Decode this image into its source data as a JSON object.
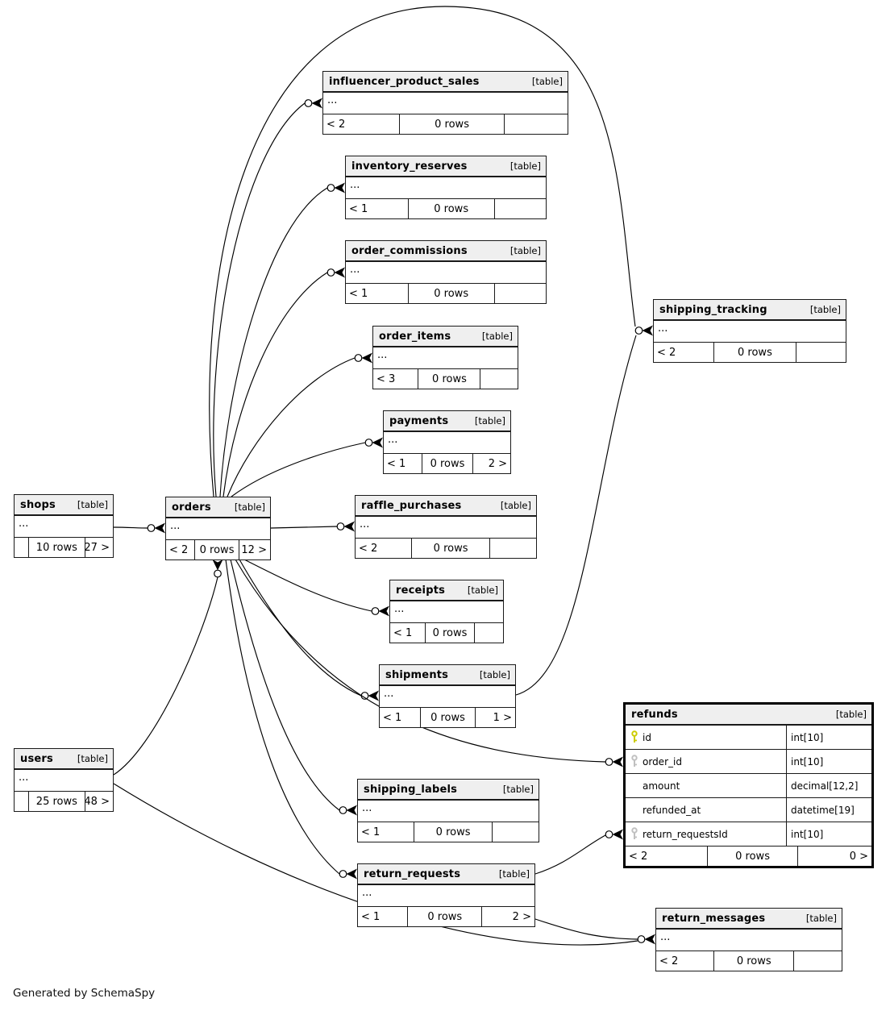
{
  "footer_note": "Generated by SchemaSpy",
  "colors": {
    "table_header_bg": "#efefef",
    "border": "#1a1a1a",
    "primary_key_icon": "#cccc00",
    "foreign_key_icon": "#c0c0c0",
    "edge": "#000000"
  },
  "tables": [
    {
      "id": "influencer_product_sales",
      "name": "influencer_product_sales",
      "type_label": "[table]",
      "collapsed_label": "...",
      "footer": {
        "left": "< 2",
        "center": "0 rows",
        "right": ""
      }
    },
    {
      "id": "inventory_reserves",
      "name": "inventory_reserves",
      "type_label": "[table]",
      "collapsed_label": "...",
      "footer": {
        "left": "< 1",
        "center": "0 rows",
        "right": ""
      }
    },
    {
      "id": "order_commissions",
      "name": "order_commissions",
      "type_label": "[table]",
      "collapsed_label": "...",
      "footer": {
        "left": "< 1",
        "center": "0 rows",
        "right": ""
      }
    },
    {
      "id": "order_items",
      "name": "order_items",
      "type_label": "[table]",
      "collapsed_label": "...",
      "footer": {
        "left": "< 3",
        "center": "0 rows",
        "right": ""
      }
    },
    {
      "id": "payments",
      "name": "payments",
      "type_label": "[table]",
      "collapsed_label": "...",
      "footer": {
        "left": "< 1",
        "center": "0 rows",
        "right": "2 >"
      }
    },
    {
      "id": "raffle_purchases",
      "name": "raffle_purchases",
      "type_label": "[table]",
      "collapsed_label": "...",
      "footer": {
        "left": "< 2",
        "center": "0 rows",
        "right": ""
      }
    },
    {
      "id": "receipts",
      "name": "receipts",
      "type_label": "[table]",
      "collapsed_label": "...",
      "footer": {
        "left": "< 1",
        "center": "0 rows",
        "right": ""
      }
    },
    {
      "id": "shipments",
      "name": "shipments",
      "type_label": "[table]",
      "collapsed_label": "...",
      "footer": {
        "left": "< 1",
        "center": "0 rows",
        "right": "1 >"
      }
    },
    {
      "id": "shipping_tracking",
      "name": "shipping_tracking",
      "type_label": "[table]",
      "collapsed_label": "...",
      "footer": {
        "left": "< 2",
        "center": "0 rows",
        "right": ""
      }
    },
    {
      "id": "shops",
      "name": "shops",
      "type_label": "[table]",
      "collapsed_label": "...",
      "footer": {
        "left": "",
        "center": "10 rows",
        "right": "27 >"
      }
    },
    {
      "id": "orders",
      "name": "orders",
      "type_label": "[table]",
      "collapsed_label": "...",
      "footer": {
        "left": "< 2",
        "center": "0 rows",
        "right": "12 >"
      }
    },
    {
      "id": "users",
      "name": "users",
      "type_label": "[table]",
      "collapsed_label": "...",
      "footer": {
        "left": "",
        "center": "25 rows",
        "right": "48 >"
      }
    },
    {
      "id": "refunds",
      "name": "refunds",
      "type_label": "[table]",
      "emphasized": true,
      "columns": [
        {
          "name": "id",
          "type": "int[10]",
          "key": "primary"
        },
        {
          "name": "order_id",
          "type": "int[10]",
          "key": "foreign"
        },
        {
          "name": "amount",
          "type": "decimal[12,2]",
          "key": ""
        },
        {
          "name": "refunded_at",
          "type": "datetime[19]",
          "key": ""
        },
        {
          "name": "return_requestsId",
          "type": "int[10]",
          "key": "foreign"
        }
      ],
      "footer": {
        "left": "< 2",
        "center": "0 rows",
        "right": "0 >"
      }
    },
    {
      "id": "shipping_labels",
      "name": "shipping_labels",
      "type_label": "[table]",
      "collapsed_label": "...",
      "footer": {
        "left": "< 1",
        "center": "0 rows",
        "right": ""
      }
    },
    {
      "id": "return_requests",
      "name": "return_requests",
      "type_label": "[table]",
      "collapsed_label": "...",
      "footer": {
        "left": "< 1",
        "center": "0 rows",
        "right": "2 >"
      }
    },
    {
      "id": "return_messages",
      "name": "return_messages",
      "type_label": "[table]",
      "collapsed_label": "...",
      "footer": {
        "left": "< 2",
        "center": "0 rows",
        "right": ""
      }
    }
  ],
  "relationships": [
    {
      "from": "shops",
      "to": "orders"
    },
    {
      "from": "users",
      "to": "orders"
    },
    {
      "from": "orders",
      "to": "influencer_product_sales"
    },
    {
      "from": "orders",
      "to": "inventory_reserves"
    },
    {
      "from": "orders",
      "to": "order_commissions"
    },
    {
      "from": "orders",
      "to": "order_items"
    },
    {
      "from": "orders",
      "to": "payments"
    },
    {
      "from": "orders",
      "to": "raffle_purchases"
    },
    {
      "from": "orders",
      "to": "receipts"
    },
    {
      "from": "orders",
      "to": "shipments"
    },
    {
      "from": "orders",
      "to": "shipping_tracking"
    },
    {
      "from": "shipments",
      "to": "shipping_tracking"
    },
    {
      "from": "orders",
      "to": "refunds.order_id"
    },
    {
      "from": "orders",
      "to": "shipping_labels"
    },
    {
      "from": "orders",
      "to": "return_requests"
    },
    {
      "from": "return_requests",
      "to": "refunds.return_requestsId"
    },
    {
      "from": "return_requests",
      "to": "return_messages"
    },
    {
      "from": "users",
      "to": "return_messages"
    }
  ]
}
